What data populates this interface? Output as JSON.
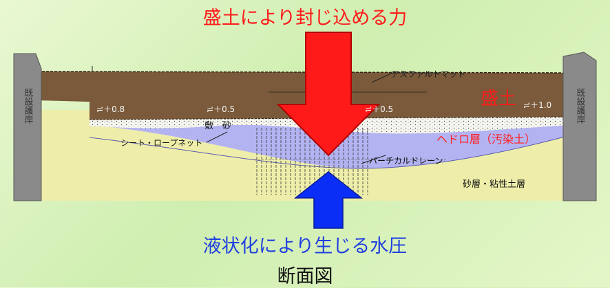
{
  "top_label": "盛土により封じ込める力",
  "bottom_label": "液状化により生じる水圧",
  "caption": "断面図",
  "labels": {
    "left_wall": "既設護岸",
    "right_wall": "既設護岸",
    "asphalt": "アスファルトマット",
    "fill_big": "盛土",
    "elev_1": "≓＋0.8",
    "elev_2": "≓＋0.5",
    "elev_3": "≓＋0.5",
    "elev_4": "≓＋1.0",
    "sand_bed": "敷　砂",
    "sheet": "シート・ロープネット",
    "sludge": "ヘドロ層（汚染土）",
    "drain": "バーチカルドレーン",
    "soil": "砂層・粘性土層"
  },
  "colors": {
    "red_text": "#ff1a1a",
    "blue_text": "#1f3fe0",
    "fill_layer": "#7a5a3a",
    "sludge_layer": "#b3b3f2",
    "sand_layer": "#eeeeaa",
    "wall": "#8a8a8a",
    "arrow_down": "#ff1a1a",
    "arrow_up": "#0a2ef5"
  }
}
